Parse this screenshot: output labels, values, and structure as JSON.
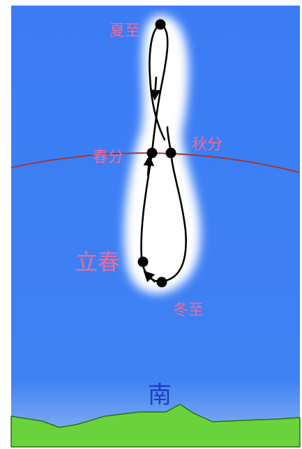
{
  "labels": {
    "summer_solstice": "夏至",
    "spring_equinox": "春分",
    "autumn_equinox": "秋分",
    "start_of_spring": "立春",
    "winter_solstice": "冬至"
  },
  "direction": "南",
  "colors": {
    "sky": "#3b7cf5",
    "label_pink": "#f06a9a",
    "equator_line": "#9c3a3a",
    "ground": "#6ad23a",
    "ground_edge": "#2e6e18",
    "direction_text": "#1f3fbf",
    "analemma_path": "#000000",
    "analemma_glow": "#ffffff"
  }
}
